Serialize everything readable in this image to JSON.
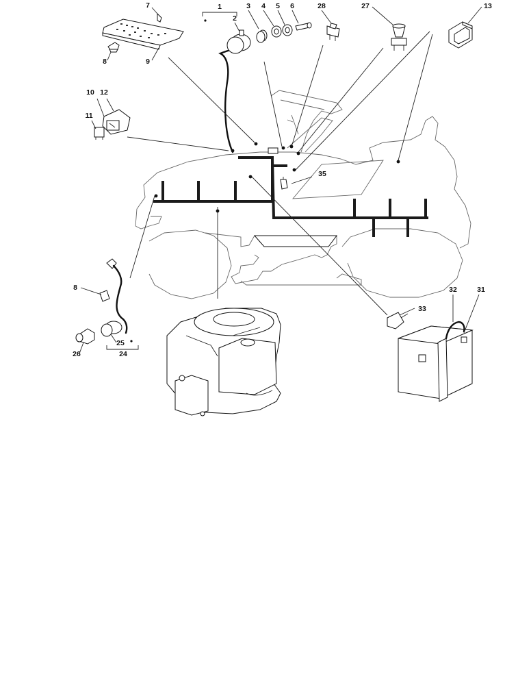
{
  "diagram": {
    "callouts": {
      "c1": "1",
      "c2": "2",
      "c3": "3",
      "c4": "4",
      "c5": "5",
      "c6": "6",
      "c7": "7",
      "c8a": "8",
      "c8b": "8",
      "c9": "9",
      "c10": "10",
      "c11": "11",
      "c12": "12",
      "c13": "13",
      "c24": "24",
      "c25": "25",
      "c26": "26",
      "c27": "27",
      "c28": "28",
      "c31": "31",
      "c32": "32",
      "c33": "33",
      "c35": "35"
    },
    "parts": [
      "circuit-board",
      "board-clip",
      "relay-module",
      "relay-connector",
      "ignition-switch",
      "switch-bushing",
      "switch-washer",
      "switch-nut",
      "ignition-key",
      "rocker-switch",
      "push-button-switch",
      "seat-switch",
      "harness-clip",
      "headlight-wire",
      "headlight-bulb",
      "headlight-socket",
      "engine",
      "battery",
      "battery-strap",
      "battery-terminal-cap",
      "main-wiring-harness"
    ],
    "colors": {
      "line": "#111111",
      "ghost": "#666666",
      "background": "#ffffff"
    }
  }
}
